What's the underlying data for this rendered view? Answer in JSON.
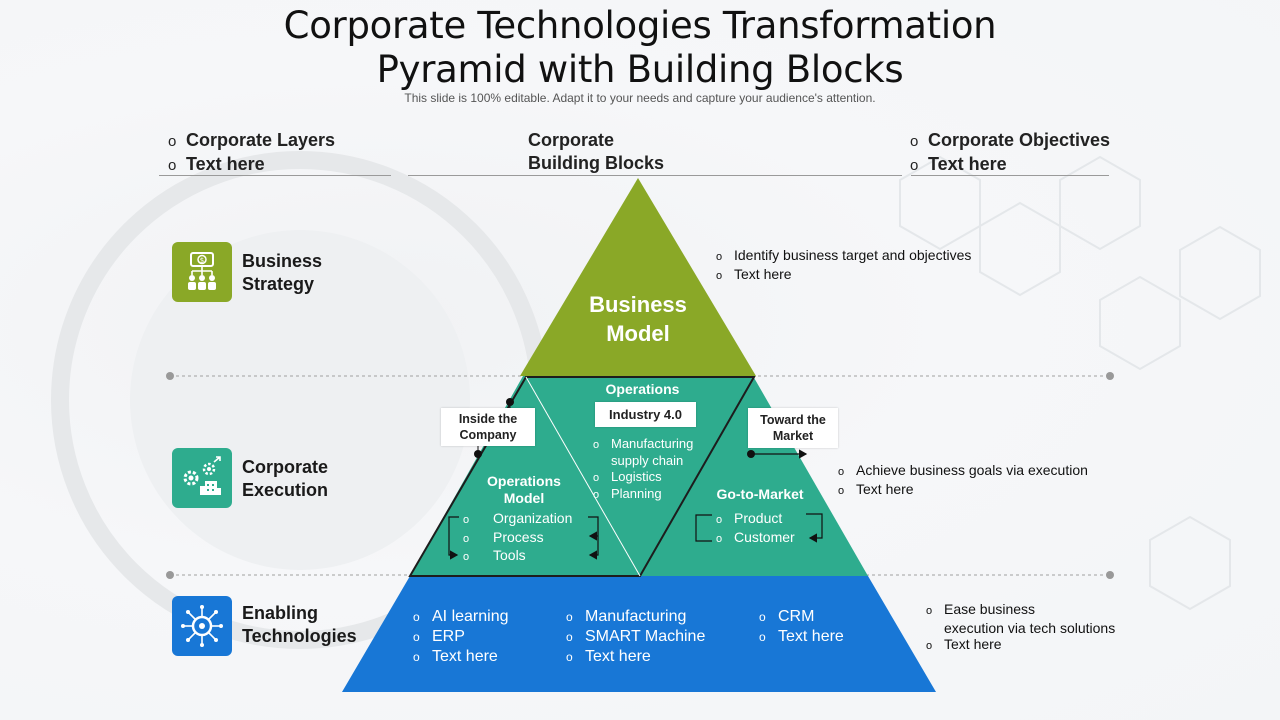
{
  "slide": {
    "title_line1": "Corporate Technologies Transformation",
    "title_line2": "Pyramid with Building Blocks",
    "subtitle": "This slide is 100% editable. Adapt it to your needs and capture your audience's attention."
  },
  "columns": {
    "left": [
      "Corporate Layers",
      "Text here"
    ],
    "center": [
      "Corporate",
      "Building Blocks"
    ],
    "right": [
      "Corporate Objectives",
      "Text here"
    ]
  },
  "tiers": [
    {
      "label_line1": "Business",
      "label_line2": "Strategy",
      "icon": "money-hierarchy-icon",
      "color": "#8aa827"
    },
    {
      "label_line1": "Corporate",
      "label_line2": "Execution",
      "icon": "gears-building-icon",
      "color": "#2eac8e"
    },
    {
      "label_line1": "Enabling",
      "label_line2": "Technologies",
      "icon": "circuit-chip-icon",
      "color": "#1877d6"
    }
  ],
  "pyramid": {
    "colors": {
      "green": "#8aa827",
      "teal": "#2eac8e",
      "blue": "#1877d6"
    },
    "top": {
      "line1": "Business",
      "line2": "Model"
    },
    "operations": {
      "title": "Operations",
      "badge": "Industry 4.0",
      "items": [
        "Manufacturing",
        "supply chain",
        "Logistics",
        "Planning"
      ]
    },
    "operations_model": {
      "title_line1": "Operations",
      "title_line2": "Model",
      "items": [
        "Organization",
        "Process",
        "Tools"
      ]
    },
    "go_to_market": {
      "title": "Go-to-Market",
      "items": [
        "Product",
        "Customer"
      ]
    },
    "inside_tag": {
      "line1": "Inside the",
      "line2": "Company"
    },
    "toward_tag": {
      "line1": "Toward the",
      "line2": "Market"
    },
    "base_columns": [
      [
        "AI learning",
        "ERP",
        "Text here"
      ],
      [
        "Manufacturing",
        "SMART Machine",
        "Text here"
      ],
      [
        "CRM",
        "Text here"
      ]
    ]
  },
  "notes": {
    "top": [
      "Identify business target and objectives",
      "Text here"
    ],
    "middle": [
      "Achieve business goals via execution",
      "Text here"
    ],
    "bottom": [
      "Ease business",
      "execution via tech solutions",
      "Text here"
    ]
  },
  "bullet": "o"
}
